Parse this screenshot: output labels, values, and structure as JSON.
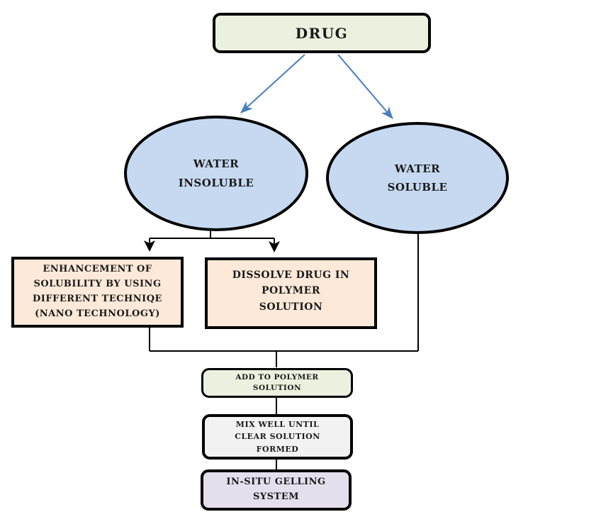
{
  "diagram": {
    "type": "flowchart",
    "subject": "In-situ gelling system preparation",
    "nodes": {
      "drug": {
        "label": "DRUG",
        "shape": "rounded-rect",
        "fill": "#ebf1de"
      },
      "water_insoluble": {
        "label": "WATER\nINSOLUBLE",
        "shape": "ellipse",
        "fill": "#c6d9f1"
      },
      "water_soluble": {
        "label": "WATER\nSOLUBLE",
        "shape": "ellipse",
        "fill": "#c6d9f1"
      },
      "enhancement": {
        "label": "ENHANCEMENT OF\nSOLUBILITY BY USING\nDIFFERENT TECHNIQE\n(NANO TECHNOLOGY)",
        "shape": "rect",
        "fill": "#fde9d9"
      },
      "dissolve": {
        "label": "DISSOLVE DRUG IN\nPOLYMER\nSOLUTION",
        "shape": "rect",
        "fill": "#fde9d9"
      },
      "add_polymer": {
        "label": "ADD TO POLYMER\nSOLUTION",
        "shape": "rounded-rect",
        "fill": "#ebf1de"
      },
      "mix_well": {
        "label": "MIX WELL UNTIL\nCLEAR SOLUTION\nFORMED",
        "shape": "rounded-rect",
        "fill": "#f2f2f2"
      },
      "in_situ": {
        "label": "IN-SITU GELLING\nSYSTEM",
        "shape": "rounded-rect",
        "fill": "#e4dfec"
      }
    },
    "edges": [
      {
        "from": "drug",
        "to": "water_insoluble",
        "style": "blue-arrow"
      },
      {
        "from": "drug",
        "to": "water_soluble",
        "style": "blue-arrow"
      },
      {
        "from": "water_insoluble",
        "to": "enhancement",
        "style": "black-arrow"
      },
      {
        "from": "water_insoluble",
        "to": "dissolve",
        "style": "black-arrow"
      },
      {
        "from": "enhancement",
        "to": "add_polymer",
        "style": "black-line"
      },
      {
        "from": "water_soluble",
        "to": "add_polymer",
        "style": "black-line"
      },
      {
        "from": "add_polymer",
        "to": "mix_well",
        "style": "black-line"
      },
      {
        "from": "mix_well",
        "to": "in_situ",
        "style": "black-line"
      }
    ],
    "colors": {
      "border": "#000000",
      "arrow_blue": "#4a7ebb",
      "fill_green": "#ebf1de",
      "fill_blue": "#c6d9f1",
      "fill_peach": "#fde9d9",
      "fill_gray": "#f2f2f2",
      "fill_purple": "#e4dfec",
      "background": "#ffffff"
    }
  }
}
